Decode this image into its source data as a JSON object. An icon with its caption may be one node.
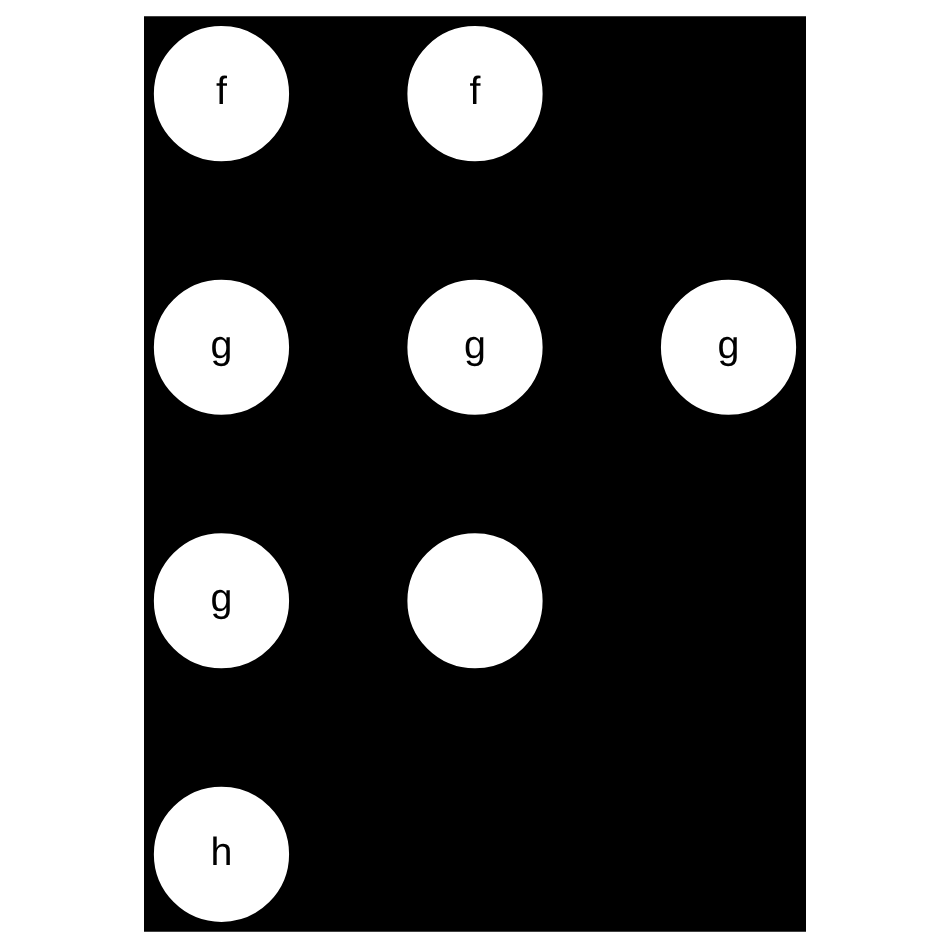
{
  "diagram": {
    "nodes": [
      {
        "text": [
          "f"
        ]
      },
      {
        "text": [
          "f"
        ]
      },
      {
        "text": [
          "g"
        ]
      },
      {
        "text": [
          "g"
        ]
      },
      {
        "text": [
          "g"
        ]
      },
      {
        "text": [
          "g"
        ]
      },
      {
        "text": [],
        "shape": "circle"
      },
      {
        "text": [
          "h"
        ]
      }
    ]
  }
}
